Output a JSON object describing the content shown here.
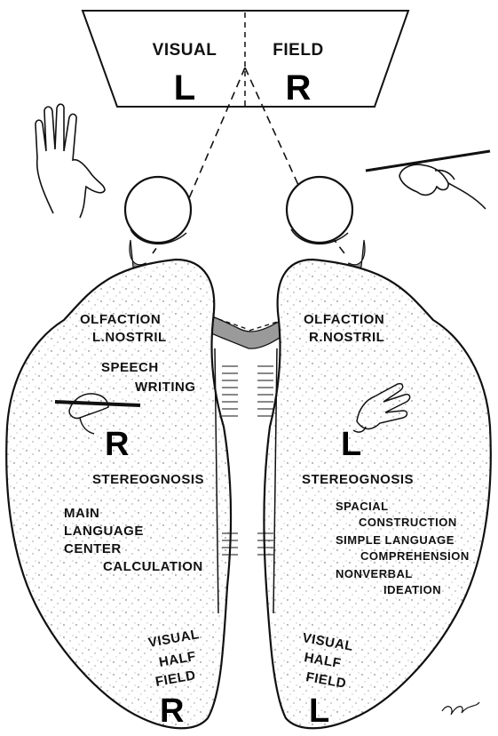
{
  "visual_field": {
    "left_word": "VISUAL",
    "right_word": "FIELD",
    "left_letter": "L",
    "right_letter": "R"
  },
  "left_hemisphere": {
    "olfaction_1": "OLFACTION",
    "olfaction_2": "L.NOSTRIL",
    "speech": "SPEECH",
    "writing": "WRITING",
    "hand_letter": "R",
    "stereognosis": "STEREOGNOSIS",
    "main": "MAIN",
    "language": "LANGUAGE",
    "center": "CENTER",
    "calculation": "CALCULATION",
    "visual": "VISUAL",
    "half": "HALF",
    "field": "FIELD",
    "field_letter": "R"
  },
  "right_hemisphere": {
    "olfaction_1": "OLFACTION",
    "olfaction_2": "R.NOSTRIL",
    "hand_letter": "L",
    "stereognosis": "STEREOGNOSIS",
    "spacial": "SPACIAL",
    "construction": "CONSTRUCTION",
    "simple_language": "SIMPLE LANGUAGE",
    "comprehension": "COMPREHENSION",
    "nonverbal": "NONVERBAL",
    "ideation": "IDEATION",
    "visual": "VISUAL",
    "half": "HALF",
    "field": "FIELD",
    "field_letter": "L"
  },
  "colors": {
    "ink": "#111111",
    "optic_fill": "#9a9a9a",
    "background": "#ffffff"
  }
}
